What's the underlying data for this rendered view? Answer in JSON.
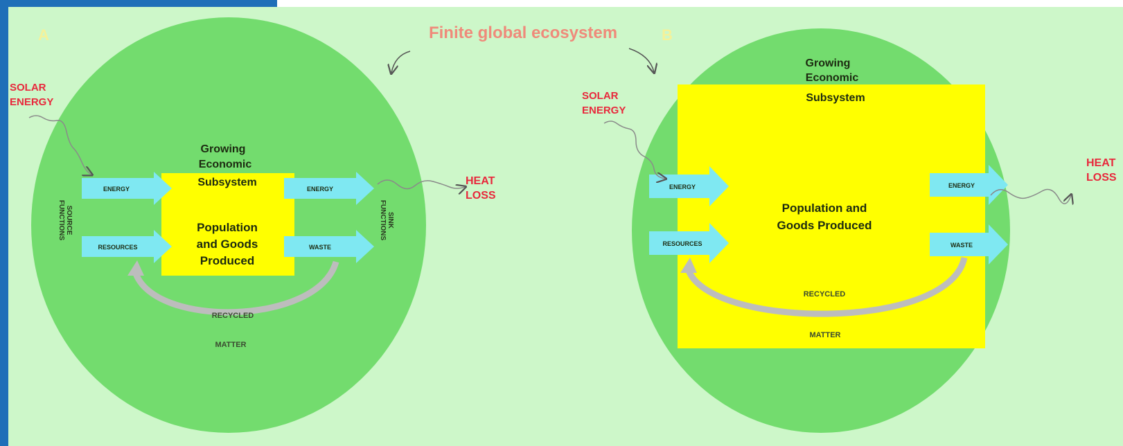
{
  "colors": {
    "panel_bg": "#cdf7c9",
    "ecosystem": "#73dc6e",
    "subsystem": "#ffff00",
    "arrow": "#7fe8f2",
    "label_red": "#e8283c",
    "title_salmon": "#ef8a7a",
    "recycle": "#bdbdbd",
    "top_left_blue": "#1f6fb8"
  },
  "title": "Finite global ecosystem",
  "panel_a": {
    "letter": "A",
    "solar": [
      "SOLAR",
      "ENERGY"
    ],
    "heat": [
      "HEAT",
      "LOSS"
    ],
    "subsystem_title": [
      "Growing",
      "Economic",
      "Subsystem"
    ],
    "subsystem_body": [
      "Population",
      "and Goods",
      "Produced"
    ],
    "arrows": {
      "energy_in": "ENERGY",
      "resources": "RESOURCES",
      "energy_out": "ENERGY",
      "waste": "WASTE"
    },
    "source_functions": [
      "SOURCE",
      "FUNCTIONS"
    ],
    "sink_functions": [
      "SINK",
      "FUNCTIONS"
    ],
    "recycled": "RECYCLED",
    "matter": "MATTER"
  },
  "panel_b": {
    "letter": "B",
    "solar": [
      "SOLAR",
      "ENERGY"
    ],
    "heat": [
      "HEAT",
      "LOSS"
    ],
    "subsystem_title": [
      "Growing",
      "Economic",
      "Subsystem"
    ],
    "subsystem_body": [
      "Population and",
      "Goods Produced"
    ],
    "arrows": {
      "energy_in": "ENERGY",
      "resources": "RESOURCES",
      "energy_out": "ENERGY",
      "waste": "WASTE"
    },
    "recycled": "RECYCLED",
    "matter": "MATTER"
  }
}
